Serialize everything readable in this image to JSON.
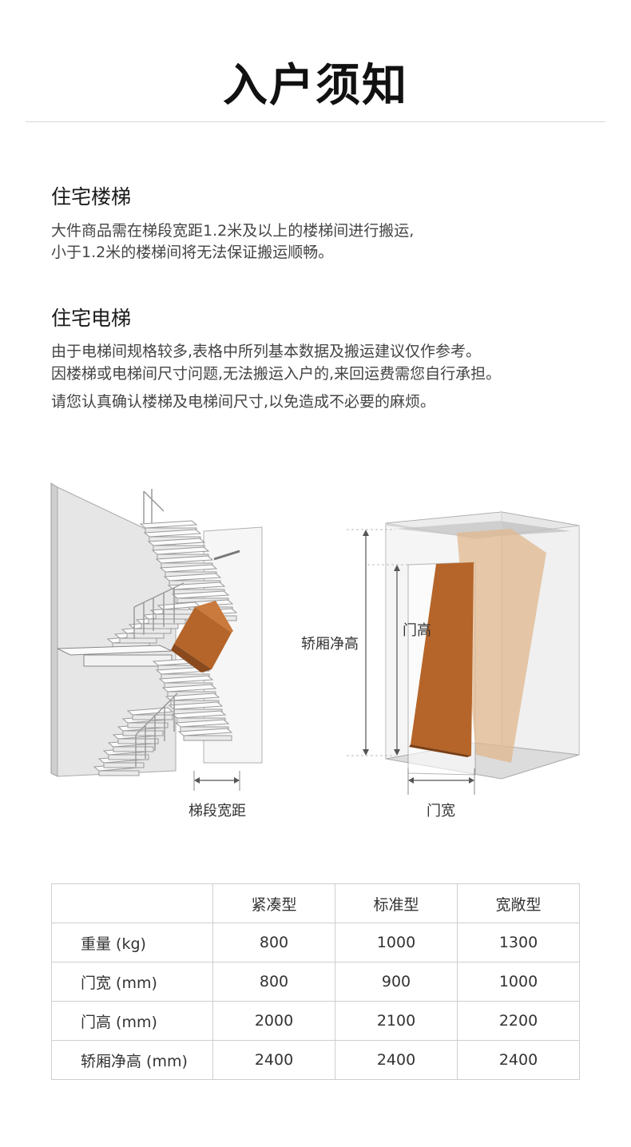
{
  "page": {
    "title": "入户须知"
  },
  "stairs_section": {
    "title": "住宅楼梯",
    "lines": [
      "大件商品需在梯段宽距1.2米及以上的楼梯间进行搬运,",
      "小于1.2米的楼梯间将无法保证搬运顺畅。"
    ]
  },
  "elevator_section": {
    "title": "住宅电梯",
    "lines": [
      "由于电梯间规格较多,表格中所列基本数据及搬运建议仅作参考。",
      "因楼梯或电梯间尺寸问题,无法搬运入户的,来回运费需您自行承担。",
      "请您认真确认楼梯及电梯间尺寸,以免造成不必要的麻烦。"
    ]
  },
  "illustrations": {
    "stair_caption": "梯段宽距",
    "car_height_label": "轿厢净高",
    "door_height_label": "门高",
    "door_width_label": "门宽",
    "colors": {
      "box": "#b5652a",
      "box_ghost": "#e0b88f",
      "wall": "#e6e6e6"
    }
  },
  "table": {
    "headers": [
      "",
      "紧凑型",
      "标准型",
      "宽敞型"
    ],
    "rows": [
      [
        "重量 (kg)",
        "800",
        "1000",
        "1300"
      ],
      [
        "门宽 (mm)",
        "800",
        "900",
        "1000"
      ],
      [
        "门高 (mm)",
        "2000",
        "2100",
        "2200"
      ],
      [
        "轿厢净高 (mm)",
        "2400",
        "2400",
        "2400"
      ]
    ]
  }
}
